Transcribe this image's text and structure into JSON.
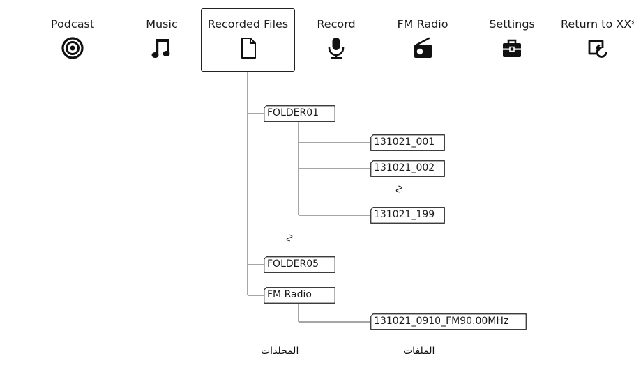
{
  "menu": {
    "items": [
      {
        "label": "Podcast",
        "icon": "podcast-icon"
      },
      {
        "label": "Music",
        "icon": "music-note-icon"
      },
      {
        "label": "Recorded Files",
        "icon": "document-icon",
        "selected": true
      },
      {
        "label": "Record",
        "icon": "microphone-icon"
      },
      {
        "label": "FM Radio",
        "icon": "radio-icon"
      },
      {
        "label": "Settings",
        "icon": "toolbox-icon"
      },
      {
        "label": "Return to XX*",
        "icon": "return-icon"
      }
    ]
  },
  "tree": {
    "folders": [
      {
        "name": "FOLDER01",
        "files": [
          "131021_001",
          "131021_002",
          "131021_199"
        ],
        "file_ellipsis": "∿"
      },
      {
        "name": "FOLDER05"
      },
      {
        "name": "FM Radio",
        "files": [
          "131021_0910_FM90.00MHz"
        ]
      }
    ],
    "folder_ellipsis": "∿"
  },
  "captions": {
    "folders": "المجلدات",
    "files": "الملفات"
  },
  "colors": {
    "line": "#a6a6a6",
    "box_border": "#222222",
    "text": "#1a1a1a"
  }
}
